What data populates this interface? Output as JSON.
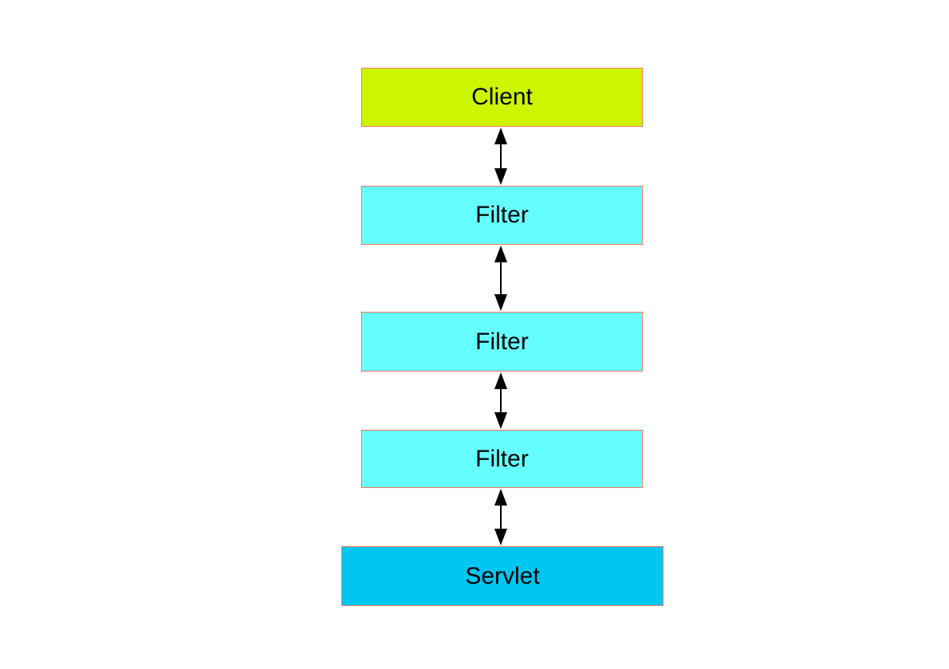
{
  "diagram": {
    "description": "Servlet filter chain diagram: a request passes from Client through a chain of Filters to the Servlet, with bidirectional flow",
    "colors": {
      "background": "#ffffff",
      "node_border": "#ff7455",
      "arrow": "#000000",
      "text": "#000000",
      "client_fill": "#ccf500",
      "filter_fill": "#66ffff",
      "servlet_fill": "#00c6f2"
    },
    "nodes": [
      {
        "id": "client",
        "label": "Client",
        "fill": "#ccf500"
      },
      {
        "id": "filter1",
        "label": "Filter",
        "fill": "#66ffff"
      },
      {
        "id": "filter2",
        "label": "Filter",
        "fill": "#66ffff"
      },
      {
        "id": "filter3",
        "label": "Filter",
        "fill": "#66ffff"
      },
      {
        "id": "servlet",
        "label": "Servlet",
        "fill": "#00c6f2"
      }
    ],
    "connectors": [
      {
        "from": "client",
        "to": "filter1",
        "type": "double-arrow"
      },
      {
        "from": "filter1",
        "to": "filter2",
        "type": "double-arrow"
      },
      {
        "from": "filter2",
        "to": "filter3",
        "type": "double-arrow"
      },
      {
        "from": "filter3",
        "to": "servlet",
        "type": "double-arrow"
      }
    ]
  }
}
